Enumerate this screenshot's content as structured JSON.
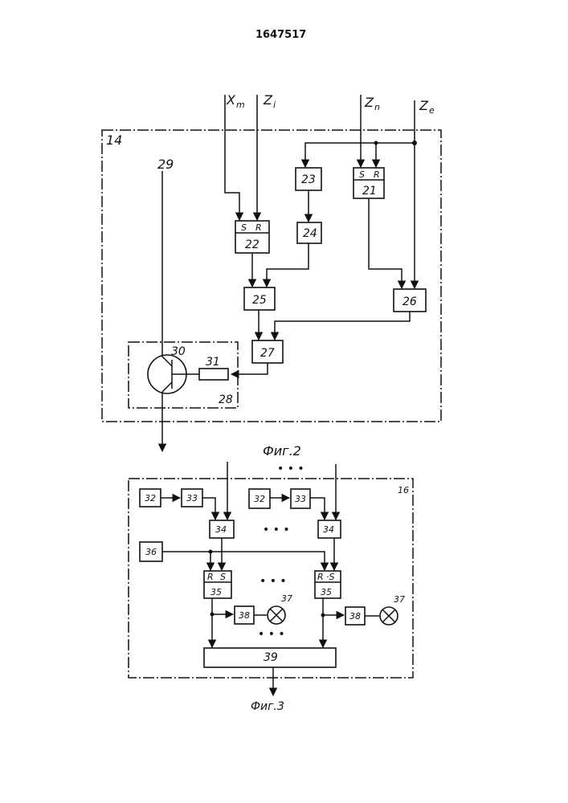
{
  "patent_number": "1647517",
  "figure2": {
    "caption": "Фиг.2",
    "frame_label": "14",
    "inputs": {
      "xm": "X",
      "xm_sub": "m",
      "zi": "Z",
      "zi_sub": "i",
      "zn": "Z",
      "zn_sub": "n",
      "ze": "Z",
      "ze_sub": "e"
    },
    "input_29": "29",
    "blocks": {
      "b21": "21",
      "b22": "22",
      "b23": "23",
      "b24": "24",
      "b25": "25",
      "b26": "26",
      "b27": "27",
      "b28": "28",
      "b30": "30",
      "b31": "31"
    },
    "sr_s": "S",
    "sr_r": "R"
  },
  "figure3": {
    "caption": "Фиг.3",
    "frame_label": "16",
    "ellipsis": "• • •",
    "blocks": {
      "b32": "32",
      "b33": "33",
      "b34": "34",
      "b35": "35",
      "b36": "36",
      "b37": "37",
      "b38": "38",
      "b39": "39"
    },
    "rs_r": "R",
    "rs_s": "S",
    "rs_s_dot": "·S"
  }
}
